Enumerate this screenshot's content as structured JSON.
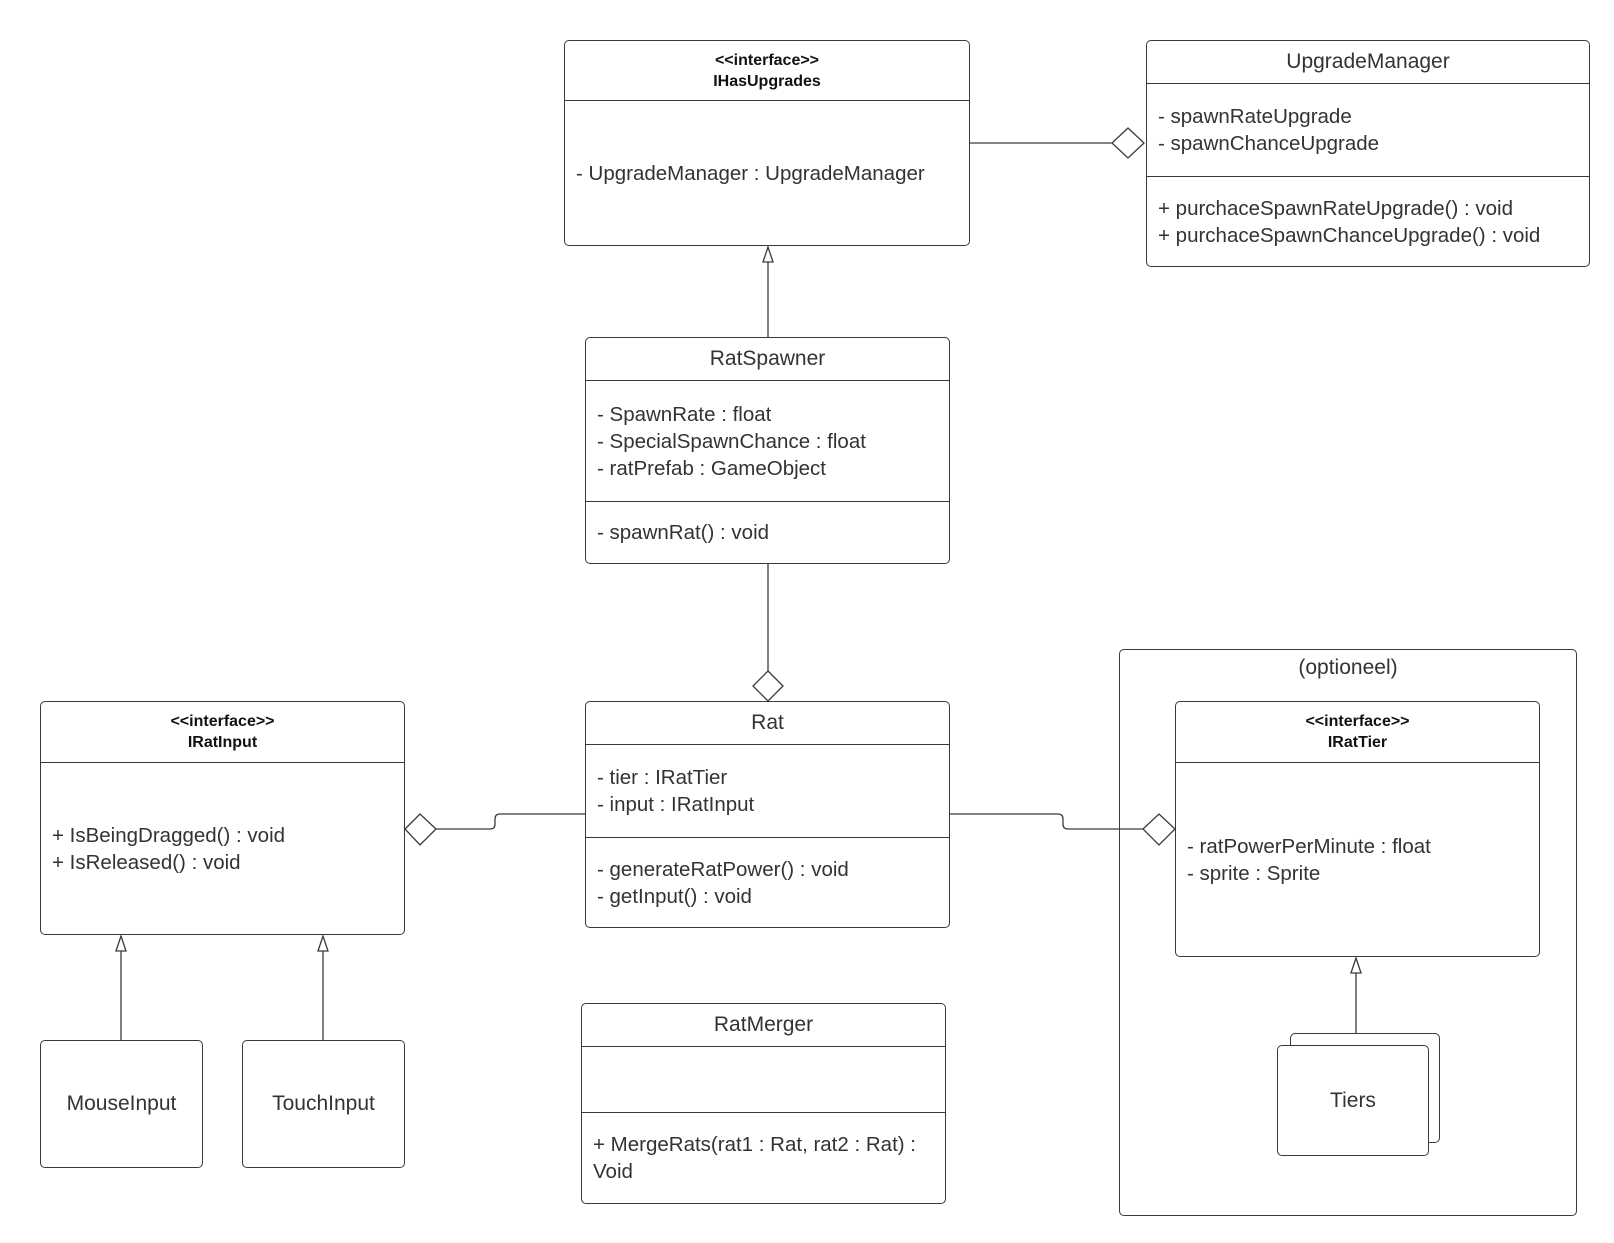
{
  "interfaces": {
    "stereotype": "<<interface>>"
  },
  "ihasupgrades": {
    "name": "IHasUpgrades",
    "attributes": [
      "- UpgradeManager : UpgradeManager"
    ]
  },
  "upgrademanager": {
    "name": "UpgradeManager",
    "attributes": [
      "- spawnRateUpgrade",
      "- spawnChanceUpgrade"
    ],
    "methods": [
      "+ purchaceSpawnRateUpgrade() : void",
      "+ purchaceSpawnChanceUpgrade() : void"
    ]
  },
  "ratspawner": {
    "name": "RatSpawner",
    "attributes": [
      "- SpawnRate : float",
      "- SpecialSpawnChance : float",
      "- ratPrefab : GameObject"
    ],
    "methods": [
      "- spawnRat() : void"
    ]
  },
  "irateinput": {
    "name": "IRatInput",
    "methods": [
      "+ IsBeingDragged() : void",
      "+ IsReleased() : void"
    ]
  },
  "rat": {
    "name": "Rat",
    "attributes": [
      "- tier : IRatTier",
      "- input : IRatInput"
    ],
    "methods": [
      "- generateRatPower() : void",
      "- getInput() : void"
    ]
  },
  "optional_group": {
    "label": "(optioneel)"
  },
  "irattier": {
    "name": "IRatTier",
    "attributes": [
      "- ratPowerPerMinute : float",
      "- sprite : Sprite"
    ]
  },
  "mouseinput": {
    "name": "MouseInput"
  },
  "touchinput": {
    "name": "TouchInput"
  },
  "ratmerger": {
    "name": "RatMerger",
    "methods": [
      "+ MergeRats(rat1 : Rat, rat2 : Rat) : Void"
    ]
  },
  "tiers": {
    "name": "Tiers"
  }
}
